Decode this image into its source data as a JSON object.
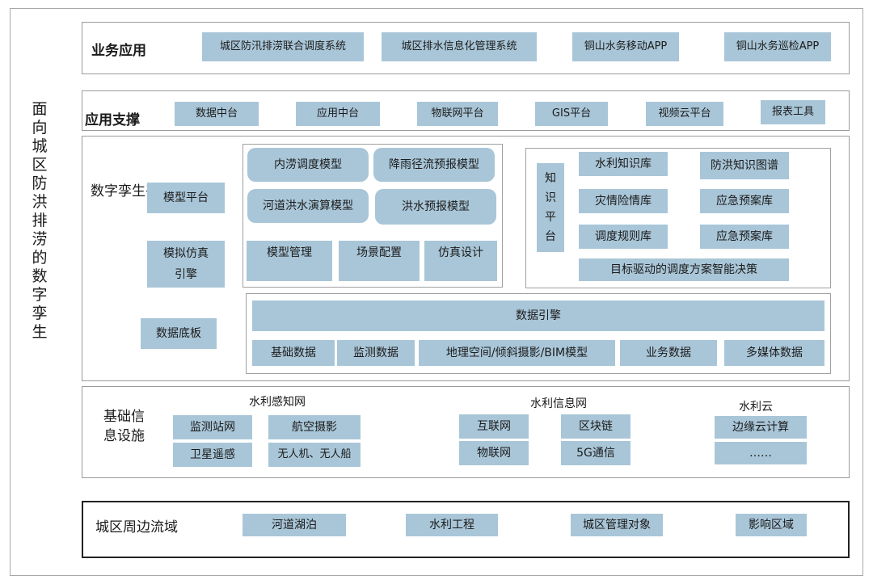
{
  "title": "面向城区防洪排涝的数字孪生",
  "layers": {
    "business": {
      "label": "业务应用",
      "items": [
        "城区防汛排涝联合调度系统",
        "城区排水信息化管理系统",
        "铜山水务移动APP",
        "铜山水务巡检APP"
      ]
    },
    "support": {
      "label": "应用支撑",
      "items": [
        "数据中台",
        "应用中台",
        "物联网平台",
        "GIS平台",
        "视频云平台",
        "报表工具"
      ]
    },
    "twin": {
      "label": "数字孪生平台建设",
      "left": [
        "模型平台",
        "模拟仿真引擎",
        "数据底板"
      ],
      "models": [
        "内涝调度模型",
        "降雨径流预报模型",
        "河道洪水演算模型",
        "洪水预报模型"
      ],
      "model_tools": [
        "模型管理",
        "场景配置",
        "仿真设计"
      ],
      "knowledge_platform": "知识平台",
      "knowledge": [
        "水利知识库",
        "防洪知识图谱",
        "灾情险情库",
        "应急预案库",
        "调度规则库",
        "应急预案库"
      ],
      "decision": "目标驱动的调度方案智能决策",
      "engine": "数据引擎",
      "data": [
        "基础数据",
        "监测数据",
        "地理空间/倾斜摄影/BIM模型",
        "业务数据",
        "多媒体数据"
      ]
    },
    "infra": {
      "label": "基础信息设施",
      "groups": [
        {
          "name": "水利感知网",
          "items": [
            "监测站网",
            "航空摄影",
            "卫星遥感",
            "无人机、无人船"
          ]
        },
        {
          "name": "水利信息网",
          "items": [
            "互联网",
            "区块链",
            "物联网",
            "5G通信"
          ]
        },
        {
          "name": "水利云",
          "items": [
            "边缘云计算",
            "……"
          ]
        }
      ]
    },
    "basin": {
      "label": "城区周边流域",
      "items": [
        "河道湖泊",
        "水利工程",
        "城区管理对象",
        "影响区域"
      ]
    }
  }
}
